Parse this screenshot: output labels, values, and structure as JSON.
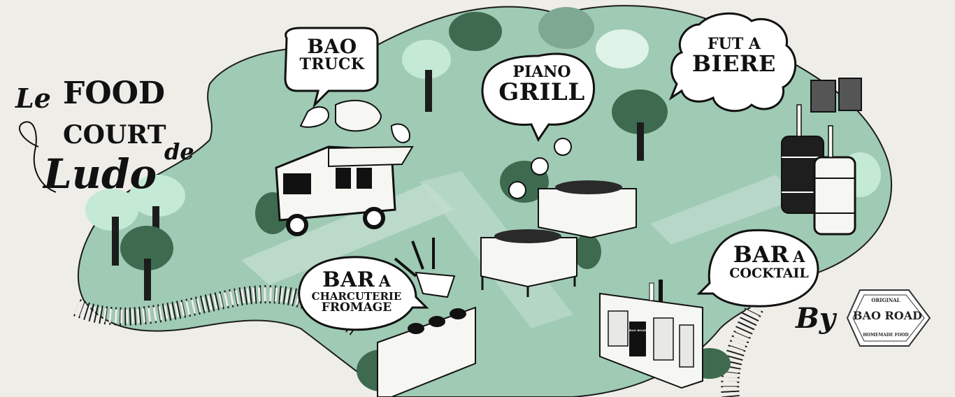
{
  "title": {
    "le": "Le",
    "food": "FOOD",
    "court": "COURT",
    "de": "de",
    "ludo": "Ludo"
  },
  "stations": {
    "bao_truck": {
      "line1": "BAO",
      "line2": "TRUCK"
    },
    "piano_grill": {
      "line1": "PIANO",
      "line2": "GRILL"
    },
    "fut_biere": {
      "line1": "FUT A",
      "line2": "BIERE"
    },
    "bar_cocktail": {
      "line1": "BAR",
      "line1b": "A",
      "line2": "COCKTAIL"
    },
    "bar_charcuterie": {
      "line1": "BAR",
      "line1b": "A",
      "line2": "CHARCUTERIE",
      "line3": "FROMAGE"
    }
  },
  "signature": {
    "by": "By",
    "brand_top": "ORIGINAL",
    "brand_name": "BAO ROAD",
    "brand_bottom": "HOMEMADE FOOD"
  },
  "bar_sign": "BAO ROAD",
  "colors": {
    "background": "#eeede8",
    "map_green": "#9fcab4",
    "dark_green": "#3e6b50",
    "light_green": "#c4ead6",
    "ink": "#111111"
  }
}
